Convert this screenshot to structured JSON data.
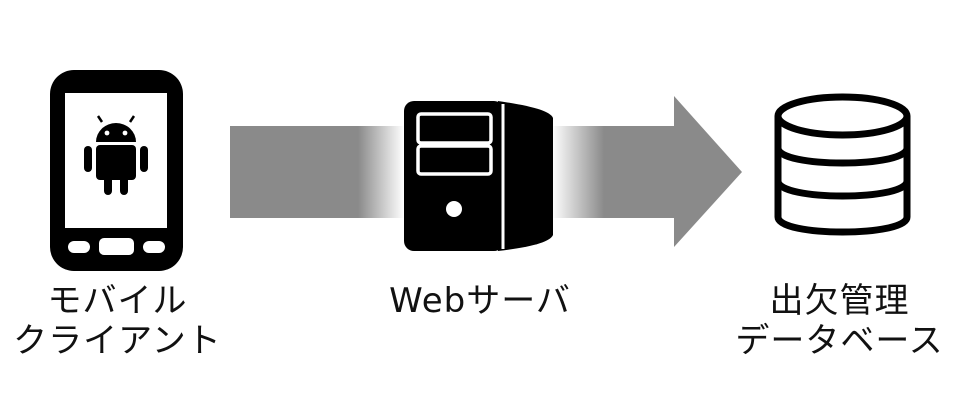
{
  "nodes": [
    {
      "id": "mobile-client",
      "label_lines": [
        "モバイル",
        "クライアント"
      ],
      "icon": "android-phone-icon"
    },
    {
      "id": "web-server",
      "label_lines": [
        "Webサーバ"
      ],
      "icon": "server-tower-icon"
    },
    {
      "id": "attendance-db",
      "label_lines": [
        "出欠管理",
        "データベース"
      ],
      "icon": "database-icon"
    }
  ],
  "edges": [
    {
      "from": "mobile-client",
      "to": "attendance-db",
      "via": "web-server",
      "style": "thick-gray-arrow"
    }
  ],
  "colors": {
    "arrow": "#8a8a8a",
    "icon": "#000000",
    "text": "#111111",
    "background": "#ffffff"
  }
}
